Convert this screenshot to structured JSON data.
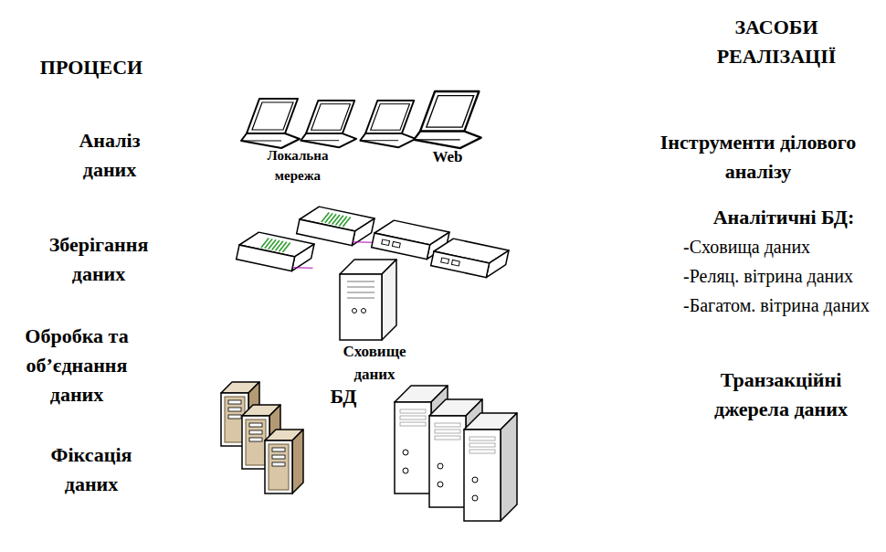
{
  "diagram": {
    "labels": [
      "ПРОЦЕСИ",
      "Аналіз даних",
      "Зберігання даних",
      "Обробка та об’єднання даних",
      "Фіксація даних",
      "Локальна мережа",
      "Web",
      "Сховище даних",
      "БД",
      "ЗАСОБИ РЕАЛІЗАЦІЇ",
      "Інструменти ділового аналізу",
      "Аналітичні БД:",
      "-Сховища даних",
      "-Реляц. вітрина даних",
      "-Багатом. вітрина даних",
      "Транзакційні джерела даних"
    ]
  }
}
